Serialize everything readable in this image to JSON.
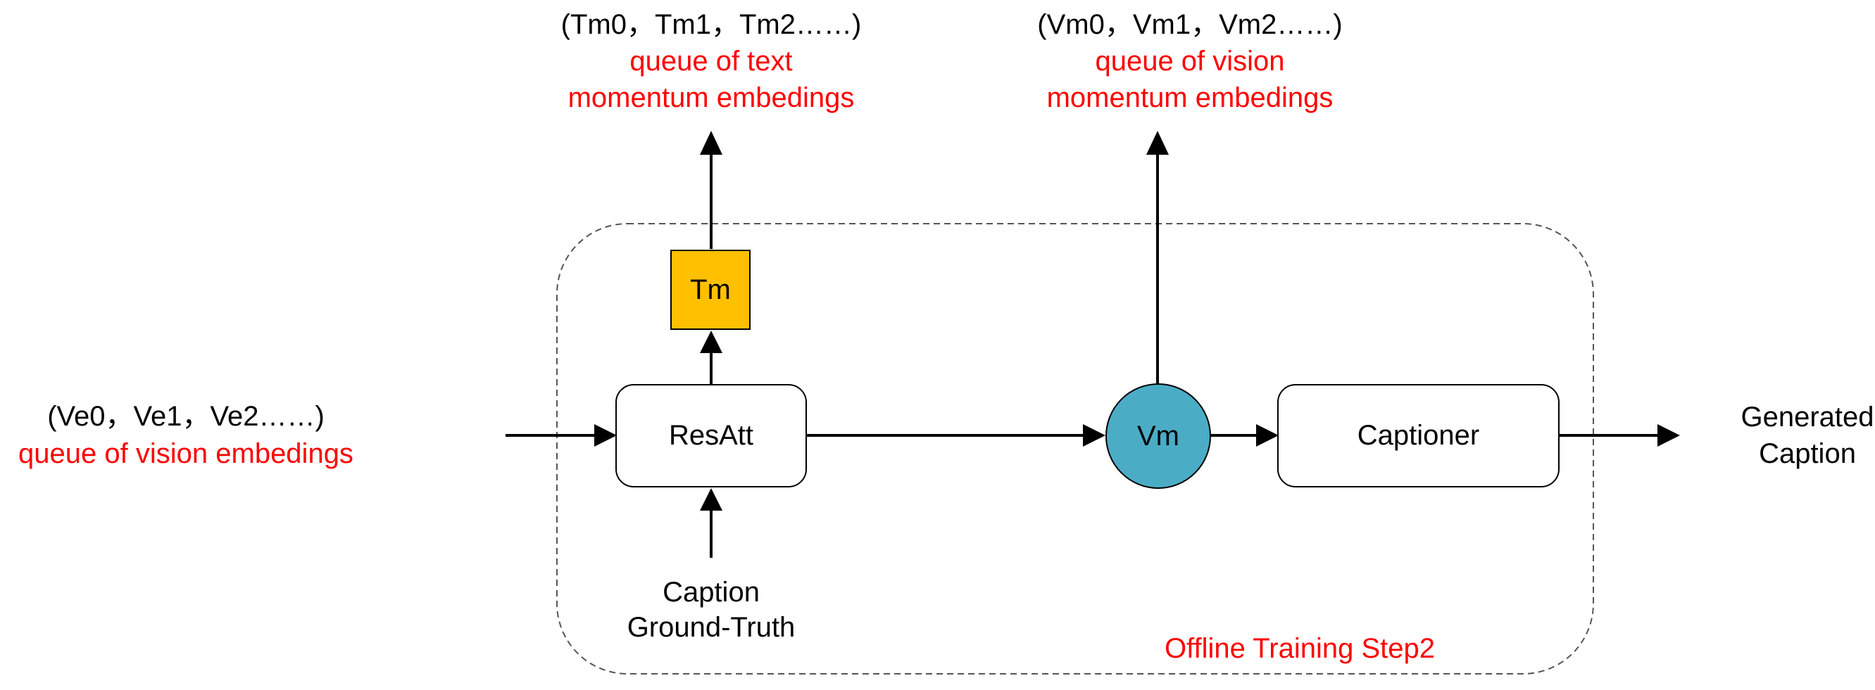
{
  "colors": {
    "annotation_red": "#ff0000",
    "tm_fill": "#ffc000",
    "vm_fill": "#4bacc6",
    "stroke": "#000000"
  },
  "text_queue": {
    "items": "(Tm0，Tm1，Tm2……)",
    "line1": "queue of text",
    "line2": "momentum embedings"
  },
  "vision_momentum_queue": {
    "items": "(Vm0，Vm1，Vm2……)",
    "line1": "queue of vision",
    "line2": "momentum embedings"
  },
  "vision_queue": {
    "items": "(Ve0，Ve1，Ve2……)",
    "label": "queue of vision embedings"
  },
  "nodes": {
    "tm": "Tm",
    "resatt": "ResAtt",
    "vm": "Vm",
    "captioner": "Captioner"
  },
  "caption_input": {
    "line1": "Caption",
    "line2": "Ground-Truth"
  },
  "output": {
    "line1": "Generated",
    "line2": "Caption"
  },
  "step_label": "Offline Training Step2"
}
